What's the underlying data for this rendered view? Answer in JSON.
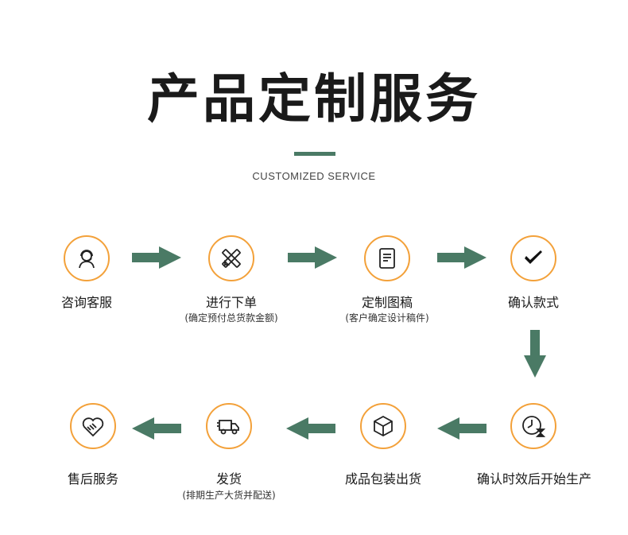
{
  "header": {
    "title": "产品定制服务",
    "subtitle": "CUSTOMIZED SERVICE"
  },
  "colors": {
    "accent": "#f3a13a",
    "arrow": "#4a7a65",
    "bar": "#4a7a65"
  },
  "steps": [
    {
      "label": "咨询客服",
      "sub": "",
      "icon": "customer-service-icon"
    },
    {
      "label": "进行下单",
      "sub": "(确定预付总货款金额)",
      "icon": "pencil-ruler-icon"
    },
    {
      "label": "定制图稿",
      "sub": "(客户确定设计稿件)",
      "icon": "document-icon"
    },
    {
      "label": "确认款式",
      "sub": "",
      "icon": "checkmark-icon"
    },
    {
      "label": "确认时效后开始生产",
      "sub": "",
      "icon": "clock-hourglass-icon"
    },
    {
      "label": "成品包装出货",
      "sub": "",
      "icon": "box-icon"
    },
    {
      "label": "发货",
      "sub": "(排期生产大货并配送)",
      "icon": "truck-icon"
    },
    {
      "label": "售后服务",
      "sub": "",
      "icon": "handshake-heart-icon"
    }
  ]
}
